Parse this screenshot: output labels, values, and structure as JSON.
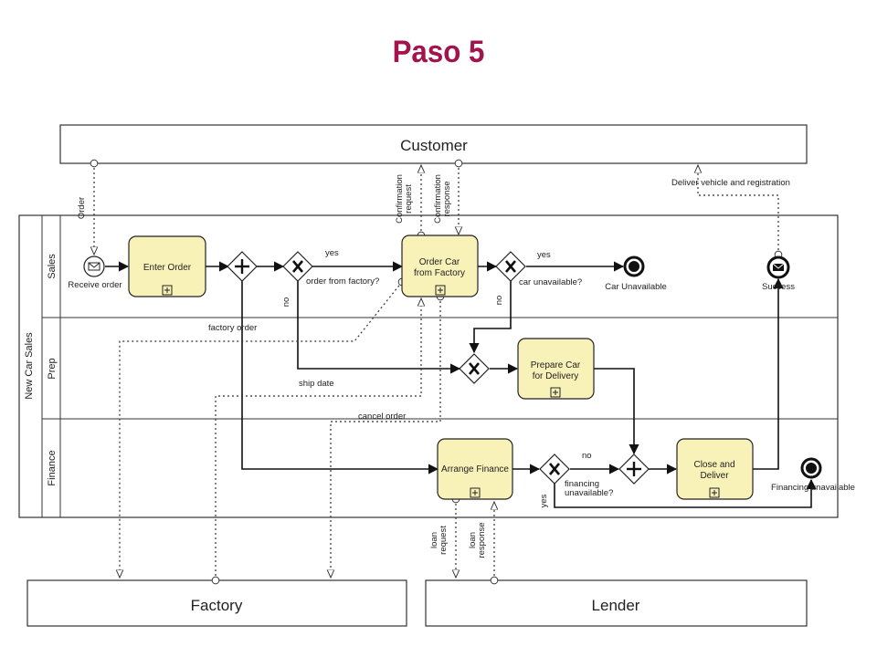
{
  "title": "Paso 5",
  "pools": {
    "customer": "Customer",
    "factory": "Factory",
    "lender": "Lender",
    "main": "New Car Sales"
  },
  "lanes": {
    "sales": "Sales",
    "prep": "Prep",
    "finance": "Finance"
  },
  "tasks": {
    "enter_order": "Enter Order",
    "order_car": [
      "Order Car",
      "from Factory"
    ],
    "prepare_car": [
      "Prepare Car",
      "for Delivery"
    ],
    "arrange_finance": "Arrange Finance",
    "close_deliver": [
      "Close and",
      "Deliver"
    ]
  },
  "events": {
    "receive_order": "Receive order",
    "car_unavailable": "Car Unavailable",
    "success": "Success",
    "financing_unavailable": "Financing unavailable"
  },
  "flow_labels": {
    "yes1": "yes",
    "order_from_factory": "order from factory?",
    "no1": "no",
    "yes2": "yes",
    "car_unavailable_q": "car unavailable?",
    "no2": "no",
    "no3": "no",
    "financing_unavailable_q": [
      "financing",
      "unavailable?"
    ],
    "yes3": "yes"
  },
  "message_labels": {
    "order": "Order",
    "confirmation_request": [
      "Confirmation",
      "request"
    ],
    "confirmation_response": [
      "Confirmation",
      "response"
    ],
    "deliver_vehicle": "Deliver vehicle and registration",
    "factory_order": "factory order",
    "ship_date": "ship date",
    "cancel_order": "cancel order",
    "loan_request": [
      "loan",
      "request"
    ],
    "loan_response": [
      "loan",
      "response"
    ]
  },
  "colors": {
    "title": "#a3134e",
    "task_fill": "#f8f1b8",
    "stroke": "#222222"
  }
}
